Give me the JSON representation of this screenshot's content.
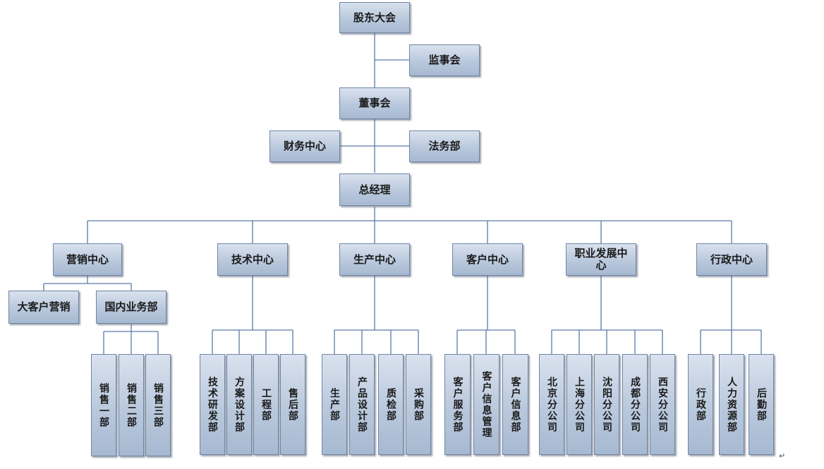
{
  "nodes": {
    "shareholders": "股东大会",
    "supervisory_board": "监事会",
    "board": "董事会",
    "finance_center": "财务中心",
    "legal": "法务部",
    "general_manager": "总经理",
    "centers": [
      {
        "label": "营销中心"
      },
      {
        "label": "技术中心"
      },
      {
        "label": "生产中心"
      },
      {
        "label": "客户中心"
      },
      {
        "label": "职业发展中心"
      },
      {
        "label": "行政中心"
      }
    ],
    "marketing_sub": [
      "大客户营销",
      "国内业务部"
    ],
    "sales_depts": [
      "销售一部",
      "销售二部",
      "销售三部"
    ],
    "tech_depts": [
      "技术研发部",
      "方案设计部",
      "工程部",
      "售后部"
    ],
    "production_depts": [
      "生产部",
      "产品设计部",
      "质检部",
      "采购部"
    ],
    "customer_depts": [
      "客户服务部",
      "客户信息管理",
      "客户信息部"
    ],
    "career_depts": [
      "北京分公司",
      "上海分公司",
      "沈阳分公司",
      "成都分公司",
      "西安分公司"
    ],
    "admin_depts": [
      "行政部",
      "人力资源部",
      "后勤部"
    ]
  },
  "colors": {
    "box_fill": "#b9c8dc",
    "box_border": "#6f86a6",
    "line": "#5b7aa6"
  },
  "return_mark": "↵"
}
